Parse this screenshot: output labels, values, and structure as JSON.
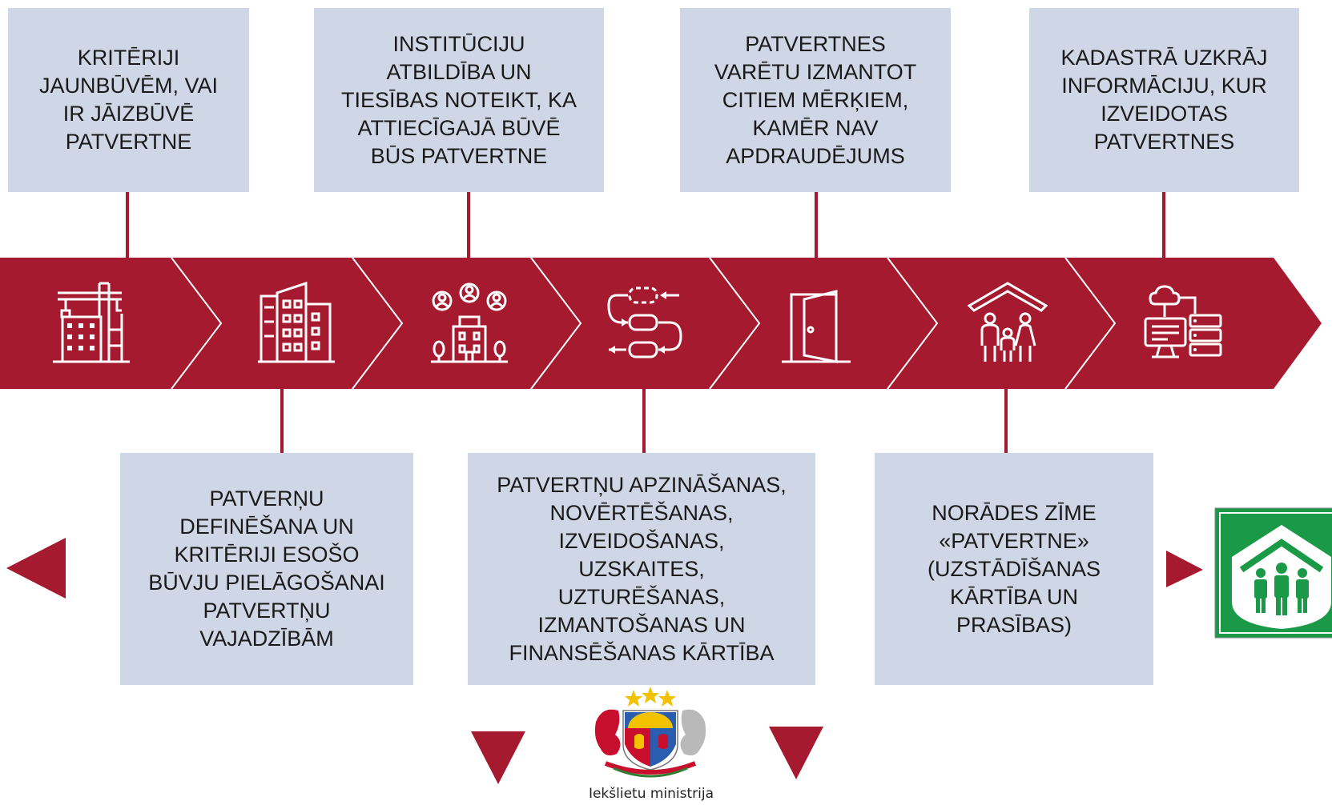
{
  "colors": {
    "band": "#a51a2e",
    "box_fill": "#cfd6e6",
    "sign_green": "#1a9a47",
    "arrow_red": "#a51a2e"
  },
  "top_boxes": [
    {
      "text": "KRITĒRIJI\nJAUNBŪVĒM, VAI\nIR JĀIZBŪVĒ\nPATVERTNE"
    },
    {
      "text": "INSTITŪCIJU\nATBILDĪBA UN\nTIESĪBAS NOTEIKT, KA\nATTIECĪGAJĀ BŪVĒ\nBŪS PATVERTNE"
    },
    {
      "text": "PATVERTNES\nVARĒTU IZMANTOT\nCITIEM MĒRĶIEM,\nKAMĒR NAV\nAPDRAUDĒJUMS"
    },
    {
      "text": "KADASTRĀ UZKRĀJ\nINFORMĀCIJU, KUR\nIZVEIDOTAS\nPATVERTNES"
    }
  ],
  "bottom_boxes": [
    {
      "text": "PATVERŅU\nDEFINĒŠANA UN\nKRITĒRIJI ESOŠO\nBŪVJU PIELĀGOŠANAI\nPATVERTŅU\nVAJADZĪBĀM"
    },
    {
      "text": "PATVERTŅU APZINĀŠANAS,\nNOVĒRTĒŠANAS,\nIZVEIDOŠANAS,\nUZSKAITES,\nUZTURĒŠANAS,\nIZMANTOŠANAS UN\nFINANSĒŠANAS KĀRTĪBA"
    },
    {
      "text": "NORĀDES ZĪME\n«PATVERTNE»\n(UZSTĀDĪŠANAS\nKĀRTĪBA UN\nPRASĪBAS)"
    }
  ],
  "stage_icons": [
    "construction-crane-icon",
    "apartment-building-icon",
    "institution-people-icon",
    "process-flow-icon",
    "open-door-icon",
    "family-shelter-icon",
    "cloud-server-database-icon"
  ],
  "footer": {
    "ministry_label": "Iekšlietu ministrija"
  }
}
